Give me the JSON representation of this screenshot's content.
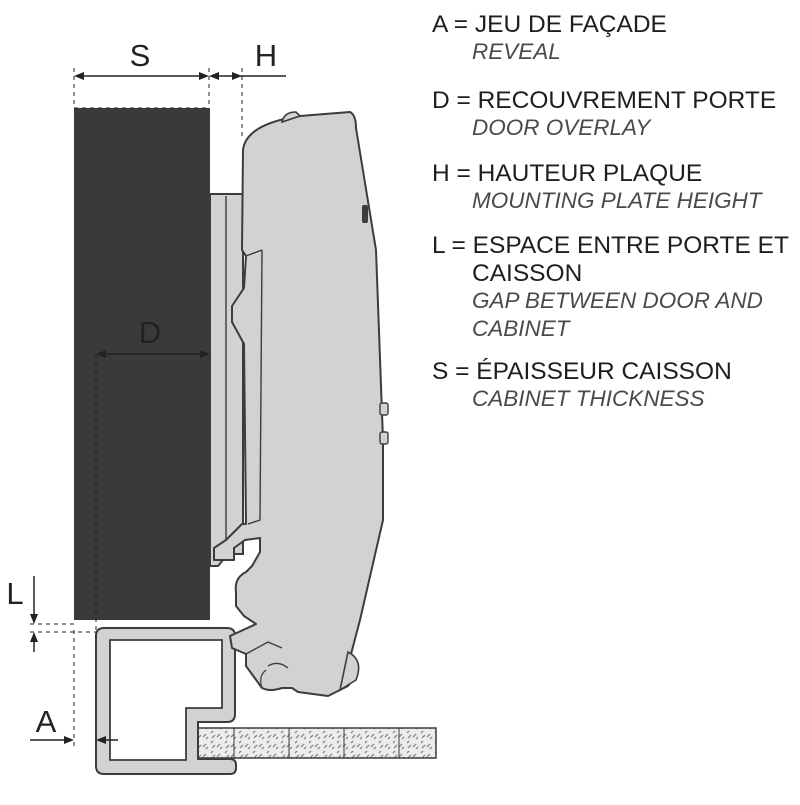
{
  "dimensions": {
    "S": "S",
    "H": "H",
    "D": "D",
    "L": "L",
    "A": "A"
  },
  "legend": [
    {
      "fr": [
        "A = JEU DE FAÇADE"
      ],
      "en": [
        "REVEAL"
      ]
    },
    {
      "fr": [
        "D = RECOUVREMENT PORTE"
      ],
      "en": [
        "DOOR OVERLAY"
      ]
    },
    {
      "fr": [
        "H = HAUTEUR PLAQUE"
      ],
      "en": [
        "MOUNTING PLATE HEIGHT"
      ]
    },
    {
      "fr": [
        "L = ESPACE ENTRE PORTE ET",
        "CAISSON"
      ],
      "en": [
        "GAP BETWEEN DOOR AND",
        "CABINET"
      ]
    },
    {
      "fr": [
        "S = ÉPAISSEUR CAISSON"
      ],
      "en": [
        "CABINET THICKNESS"
      ]
    }
  ],
  "colors": {
    "door": "#3a3a3c",
    "hinge": "#d2d2d4",
    "outline": "#3c3c3c"
  }
}
